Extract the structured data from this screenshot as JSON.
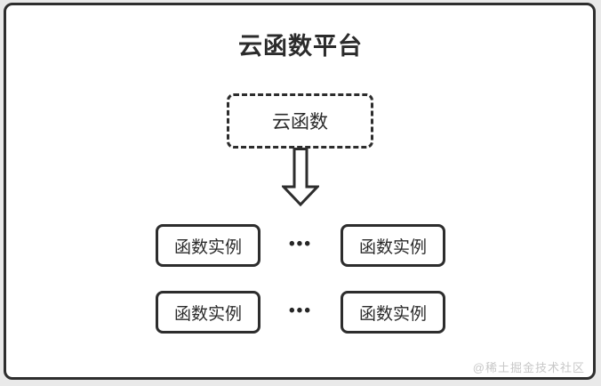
{
  "title": "云函数平台",
  "cloud_function": {
    "label": "云函数"
  },
  "instance_rows": [
    {
      "left": "函数实例",
      "dots": "•••",
      "right": "函数实例"
    },
    {
      "left": "函数实例",
      "dots": "•••",
      "right": "函数实例"
    }
  ],
  "icons": {
    "down_arrow": "down-arrow-icon"
  },
  "colors": {
    "line": "#2d2d2d",
    "background_outer": "#e9e9e9",
    "background_inner": "#ffffff",
    "watermark_text": "#c8c8c8"
  },
  "watermark": "@稀土掘金技术社区"
}
